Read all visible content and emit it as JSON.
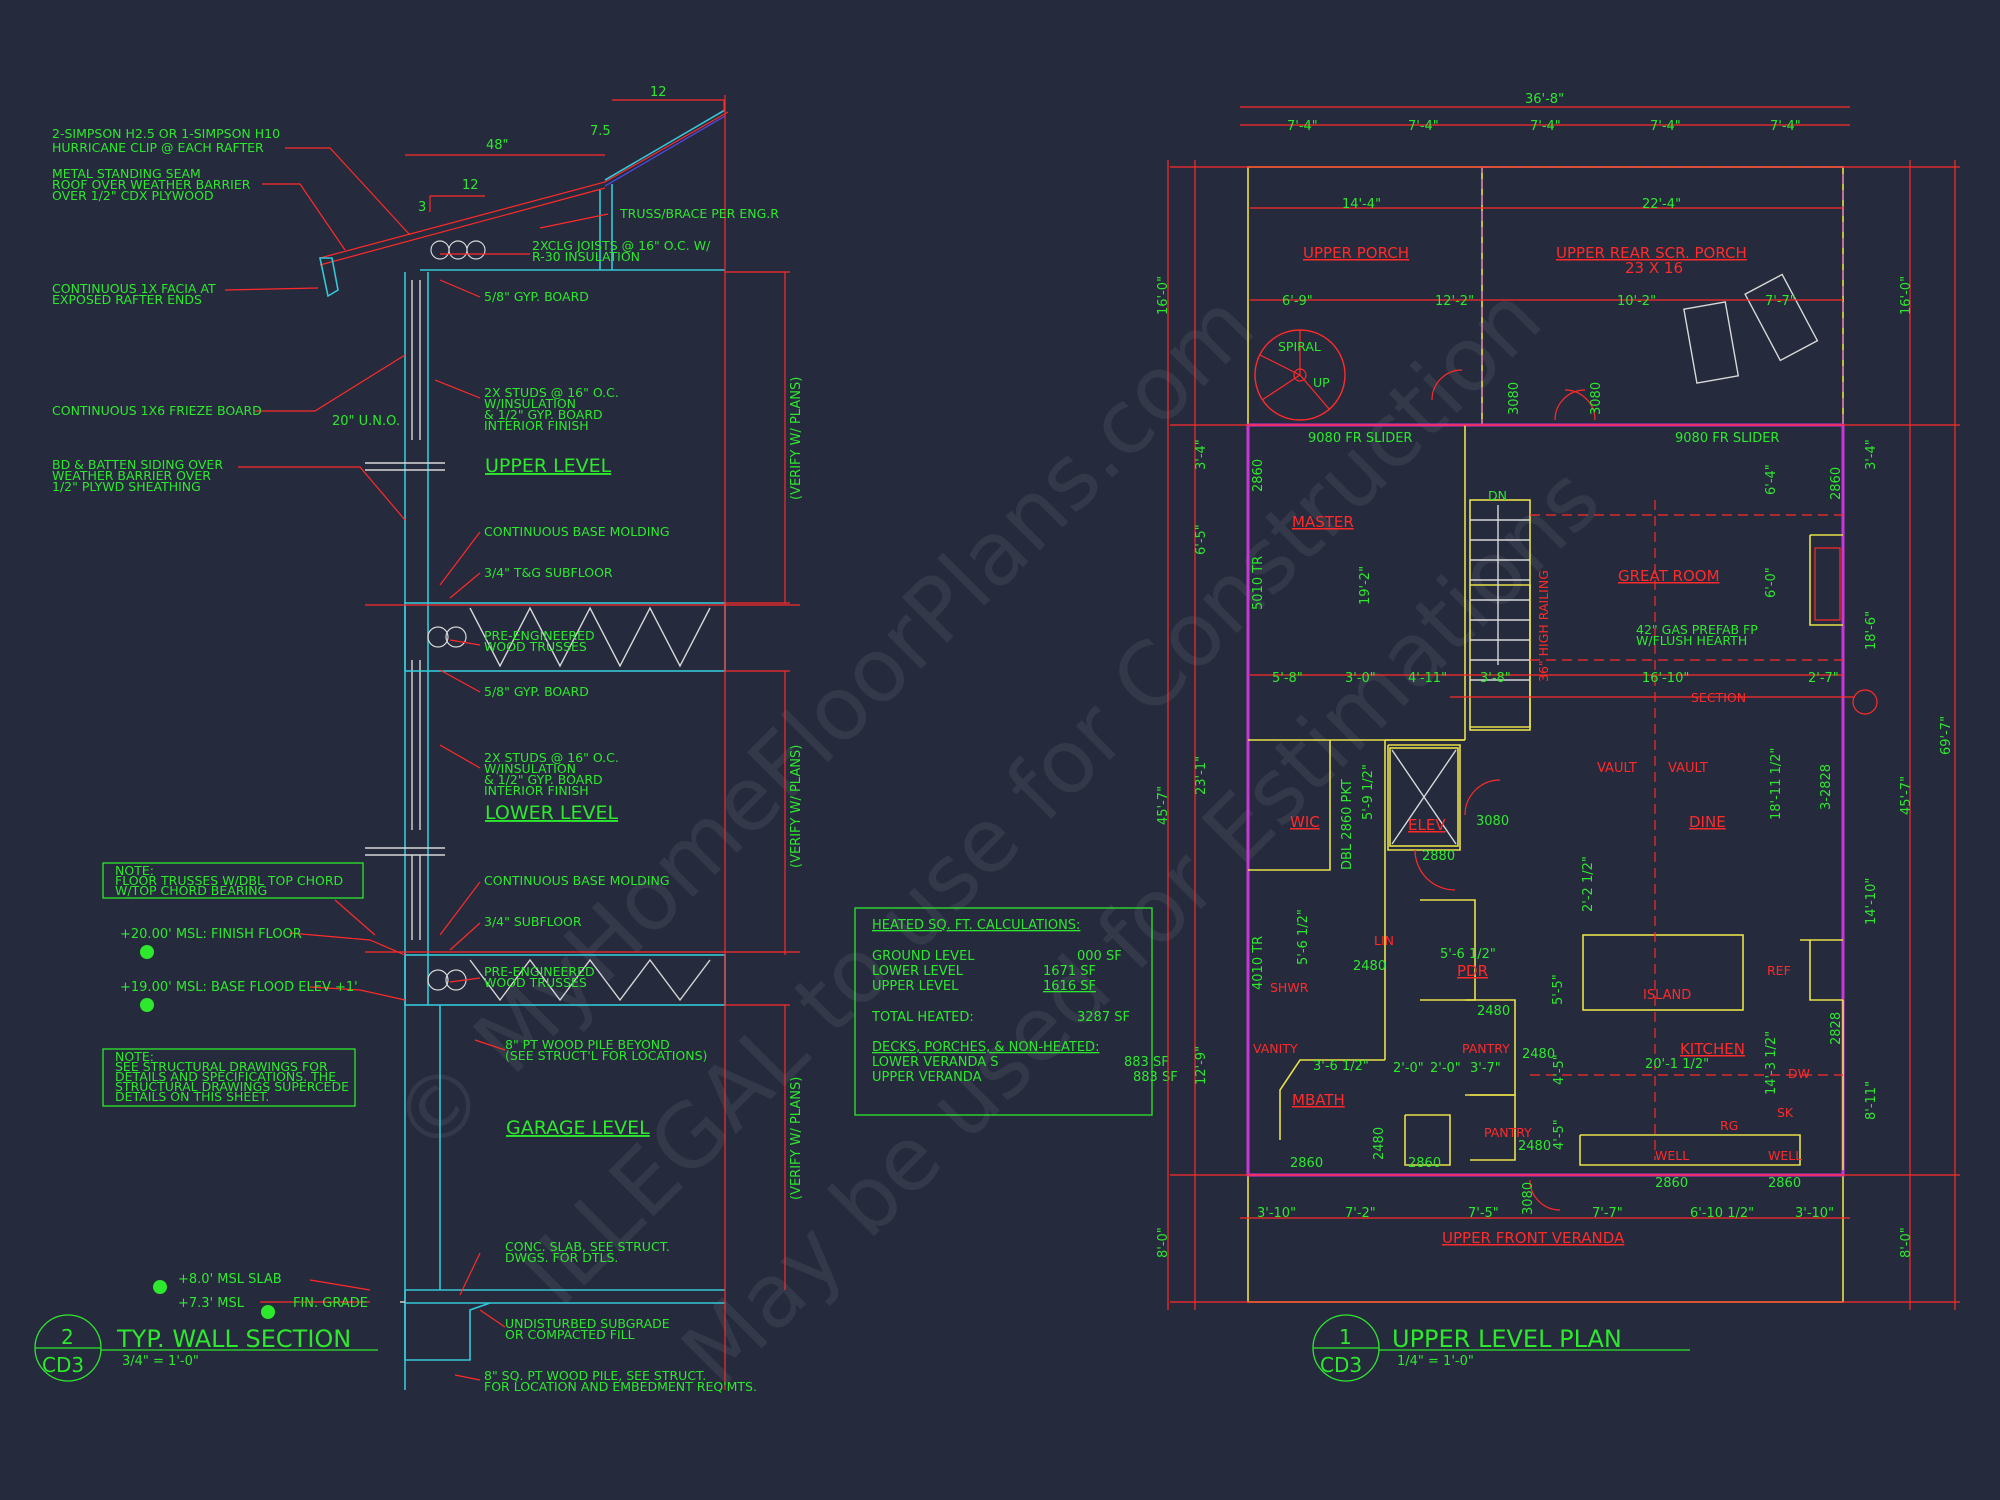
{
  "watermark": {
    "line1": "© MyHomeFloorPlans.com",
    "line2": "ILLEGAL to use for Construction",
    "line3": "May be used for Estimations"
  },
  "wall_section": {
    "top_dims": {
      "run": "12",
      "rise": "7.5",
      "overhang": "48\"",
      "small_run": "12",
      "small_rise": "3",
      "uno": "20\" U.N.O."
    },
    "callouts_left": [
      "2-SIMPSON H2.5 OR 1-SIMPSON H10",
      "HURRICANE CLIP @ EACH RAFTER",
      "METAL STANDING SEAM",
      "ROOF OVER WEATHER BARRIER",
      "OVER 1/2\" CDX PLYWOOD",
      "CONTINUOUS 1X FACIA AT",
      "EXPOSED RAFTER ENDS",
      "CONTINUOUS 1X6 FRIEZE BOARD",
      "BD & BATTEN SIDING OVER",
      "WEATHER BARRIER OVER",
      "1/2\" PLYWD SHEATHING"
    ],
    "callouts_right": [
      "TRUSS/BRACE PER ENG.R",
      "2XCLG JOISTS @ 16\" O.C. W/",
      "R-30 INSULATION",
      "5/8\" GYP. BOARD",
      "2X STUDS @ 16\" O.C.",
      "W/INSULATION",
      "& 1/2\" GYP. BOARD",
      "INTERIOR FINISH",
      "CONTINUOUS BASE MOLDING",
      "3/4\" T&G SUBFLOOR",
      "PRE-ENGINEERED",
      "WOOD TRUSSES",
      "5/8\" GYP. BOARD",
      "2X STUDS @ 16\" O.C.",
      "W/INSULATION",
      "& 1/2\" GYP. BOARD",
      "INTERIOR FINISH",
      "CONTINUOUS BASE MOLDING",
      "3/4\" SUBFLOOR",
      "PRE-ENGINEERED",
      "WOOD TRUSSES",
      "8\" PT WOOD PILE BEYOND",
      "(SEE STRUCT'L FOR LOCATIONS)",
      "CONC. SLAB, SEE STRUCT.",
      "DWGS. FOR DTLS.",
      "UNDISTURBED SUBGRADE",
      "OR COMPACTED FILL",
      "8\" SQ. PT WOOD PILE, SEE STRUCT.",
      "FOR LOCATION AND EMBEDMENT REQ'MTS."
    ],
    "levels": [
      "UPPER LEVEL",
      "LOWER LEVEL",
      "GARAGE LEVEL"
    ],
    "verify": "(VERIFY W/ PLANS)",
    "note1": [
      "NOTE:",
      "FLOOR TRUSSES W/DBL TOP CHORD",
      "W/TOP CHORD BEARING"
    ],
    "note2": [
      "NOTE:",
      "SEE STRUCTURAL DRAWINGS FOR",
      "DETAILS AND SPECIFICATIONS. THE",
      "STRUCTURAL DRAWINGS SUPERCEDE",
      "DETAILS ON THIS SHEET."
    ],
    "elevations": [
      "+20.00' MSL: FINISH FLOOR",
      "+19.00' MSL: BASE FLOOD ELEV +1'",
      "+8.0' MSL SLAB",
      "+7.3' MSL",
      "FIN. GRADE"
    ],
    "title": {
      "num": "2",
      "sheet": "CD3",
      "name": "TYP. WALL SECTION",
      "scale": "3/4\" = 1'-0\""
    }
  },
  "calc_table": {
    "heading": "HEATED SQ. FT. CALCULATIONS:",
    "rows": [
      {
        "label": "GROUND LEVEL",
        "value": "000  SF"
      },
      {
        "label": "LOWER LEVEL",
        "value": "1671  SF"
      },
      {
        "label": "UPPER LEVEL",
        "value": "1616  SF"
      }
    ],
    "total_label": "TOTAL HEATED:",
    "total_value": "3287  SF",
    "nonheated_heading": "DECKS, PORCHES, & NON-HEATED:",
    "nonheated_rows": [
      {
        "label": "LOWER VERANDA S",
        "value": "883  SF"
      },
      {
        "label": "UPPER VERANDA",
        "value": "883  SF"
      }
    ]
  },
  "floor_plan": {
    "overall_top": "36'-8\"",
    "top_segments": [
      "7'-4\"",
      "7'-4\"",
      "7'-4\"",
      "7'-4\"",
      "7'-4\""
    ],
    "rooms": {
      "upper_porch": "UPPER PORCH",
      "rear_porch": "UPPER REAR SCR. PORCH",
      "rear_porch_size": "23 X 16",
      "master": "MASTER",
      "great_room": "GREAT ROOM",
      "wic": "WIC",
      "elev": "ELEV",
      "dine": "DINE",
      "pdr": "PDR",
      "island": "ISLAND",
      "kitchen": "KITCHEN",
      "mbath": "MBATH",
      "veranda": "UPPER FRONT VERANDA",
      "pantry1": "PANTRY",
      "pantry2": "PANTRY",
      "vanity": "VANITY",
      "shwr": "SHWR",
      "lin": "LIN",
      "ref": "REF",
      "dw": "DW",
      "sk": "SK",
      "rg": "RG",
      "well1": "WELL",
      "well2": "WELL",
      "spiral": "SPIRAL",
      "up": "UP",
      "dn": "DN",
      "vault1": "VAULT",
      "vault2": "VAULT",
      "section": "SECTION",
      "gas_fp1": "42\" GAS PREFAB FP",
      "gas_fp2": "W/FLUSH HEARTH",
      "rail": "36\" HIGH RAILING"
    },
    "inner_dims": {
      "porch_w1": "14'-4\"",
      "porch_w2": "22'-4\"",
      "d_6_9": "6'-9\"",
      "d_12_2": "12'-2\"",
      "d_10_2": "10'-2\"",
      "d_7_7": "7'-7\"",
      "slider1": "9080 FR SLIDER",
      "slider2": "9080 FR SLIDER",
      "door_3080a": "3080",
      "door_3080b": "3080",
      "win_2860a": "2860",
      "win_2860b": "2860",
      "win_5010": "5010 TR",
      "d_19_2": "19'-2\"",
      "d_6_4": "6'-4\"",
      "d_6_0": "6'-0\"",
      "row_5_8": "5'-8\"",
      "row_3_0": "3'-0\"",
      "row_4_11": "4'-11\"",
      "row_3_8": "3'-8\"",
      "row_16_10": "16'-10\"",
      "row_2_7": "2'-7\"",
      "dbl": "DBL 2860 PKT",
      "d_5_9": "5'-9 1/2\"",
      "door_3080c": "3080",
      "door_2880": "2880",
      "d_18_11": "18'-11 1/2\"",
      "win_3_2828": "3-2828",
      "d_2_2": "2'-2 1/2\"",
      "win_4010": "4010 TR",
      "d_5_6a": "5'-6 1/2\"",
      "d_5_6b": "5'-6 1/2\"",
      "d_5_5": "5'-5\"",
      "door_2480a": "2480",
      "door_2480b": "2480",
      "door_2480c": "2480",
      "door_2480d": "2480",
      "door_2480e": "2480",
      "d_2_0a": "2'-0\"",
      "d_2_0b": "2'-0\"",
      "d_3_7": "3'-7\"",
      "d_3_6": "3'-6 1/2\"",
      "d_20_1": "20'-1 1/2\"",
      "d_14_3": "14'-3 1/2\"",
      "win_2828": "2828",
      "d_4_5a": "4'-5\"",
      "d_4_5b": "4'-5\"",
      "win_2860c": "2860",
      "win_2860d": "2860",
      "win_2860e": "2860",
      "win_2860f": "2860",
      "door_3080d": "3080",
      "bot_1": "3'-10\"",
      "bot_2": "7'-2\"",
      "bot_3": "7'-5\"",
      "bot_4": "7'-7\"",
      "bot_5": "6'-10 1/2\"",
      "bot_6": "3'-10\""
    },
    "side_dims": {
      "left_16_0": "16'-0\"",
      "left_3_4": "3'-4\"",
      "left_6_5": "6'-5\"",
      "left_45_7": "45'-7\"",
      "left_23_1": "23'-1\"",
      "left_12_9": "12'-9\"",
      "left_8_0": "8'-0\"",
      "right_16_0": "16'-0\"",
      "right_3_4": "3'-4\"",
      "right_18_6": "18'-6\"",
      "right_45_7": "45'-7\"",
      "right_14_10": "14'-10\"",
      "right_8_11": "8'-11\"",
      "right_8_0": "8'-0\"",
      "right_69_7": "69'-7\""
    },
    "title": {
      "num": "1",
      "sheet": "CD3",
      "name": "UPPER LEVEL PLAN",
      "scale": "1/4\" = 1'-0\""
    }
  }
}
